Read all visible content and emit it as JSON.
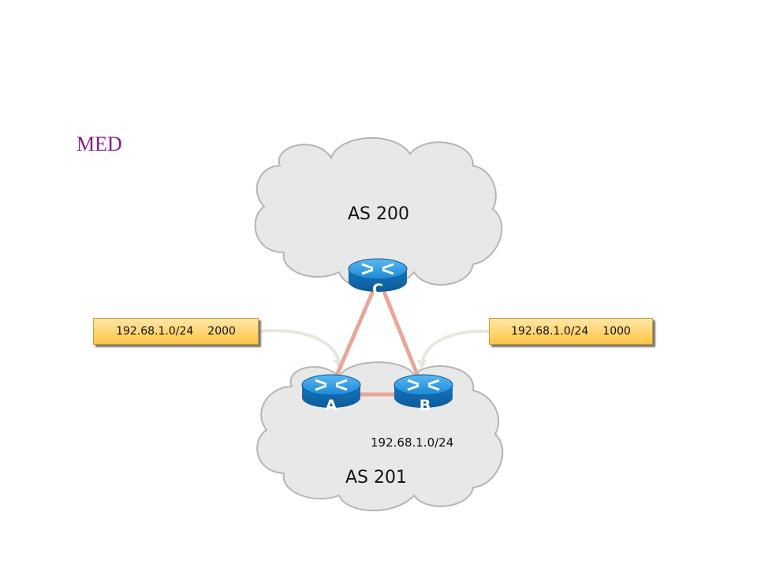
{
  "title": "MED",
  "colors": {
    "title": "#8a1a8a",
    "cloud_fill": "#e8e8e8",
    "cloud_stroke": "#b5b5b5",
    "link": "#e8a79a",
    "router": "#1f8fd8",
    "annotation_fill": "#ffd36b"
  },
  "clouds": {
    "upper": {
      "label": "AS 200"
    },
    "lower": {
      "label": "AS 201",
      "network": "192.68.1.0/24"
    }
  },
  "routers": {
    "a": {
      "label": "A",
      "icon": "router-icon"
    },
    "b": {
      "label": "B",
      "icon": "router-icon"
    },
    "c": {
      "label": "C",
      "icon": "router-icon"
    }
  },
  "links": [
    {
      "from": "A",
      "to": "C"
    },
    {
      "from": "B",
      "to": "C"
    },
    {
      "from": "A",
      "to": "B"
    }
  ],
  "annotations": {
    "left": {
      "prefix": "192.68.1.0/24",
      "med": "2000",
      "points_to": "A"
    },
    "right": {
      "prefix": "192.68.1.0/24",
      "med": "1000",
      "points_to": "B"
    }
  }
}
